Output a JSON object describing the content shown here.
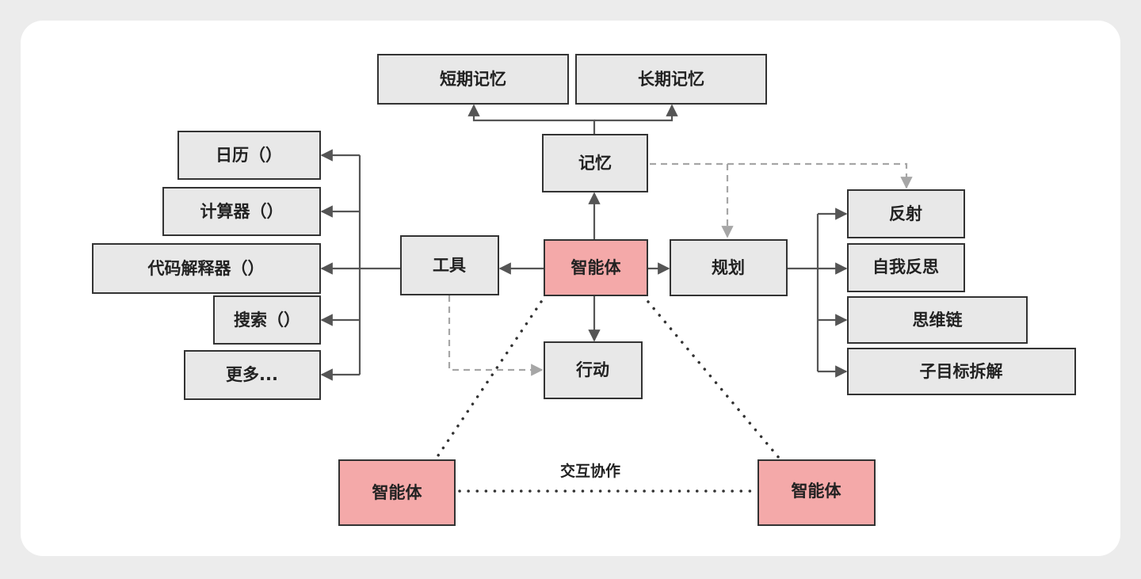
{
  "diagram": {
    "nodes": {
      "short_term_memory": "短期记忆",
      "long_term_memory": "长期记忆",
      "memory": "记忆",
      "tools": "工具",
      "agent_center": "智能体",
      "planning": "规划",
      "action": "行动",
      "calendar": "日历（）",
      "calculator": "计算器（）",
      "code_interpreter": "代码解释器（）",
      "search": "搜索（）",
      "more": "更多...",
      "reflection": "反射",
      "self_critique": "自我反思",
      "chain_of_thought": "思维链",
      "subgoal_decomposition": "子目标拆解",
      "agent_left": "智能体",
      "agent_right": "智能体"
    },
    "collaboration_label": "交互协作"
  }
}
